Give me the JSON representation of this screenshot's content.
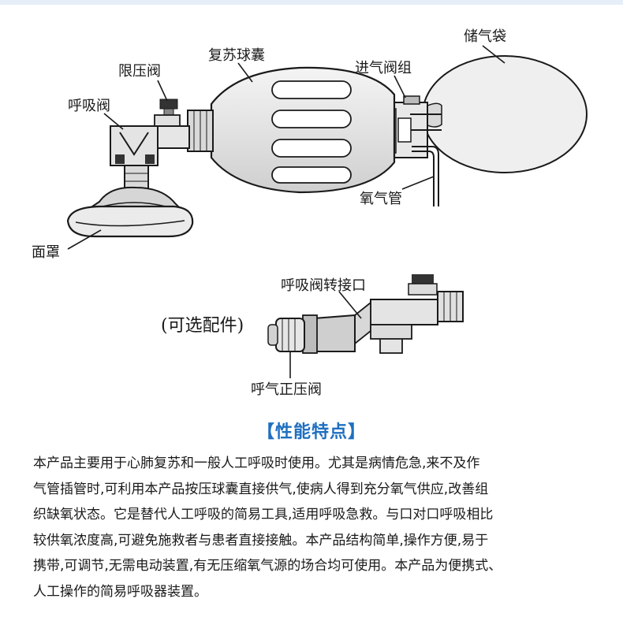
{
  "diagram": {
    "labels": {
      "limit_valve": "限压阀",
      "resuscitator_bag": "复苏球囊",
      "reservoir_bag": "储气袋",
      "inlet_valve_group": "进气阀组",
      "breathing_valve": "呼吸阀",
      "oxygen_tube": "氧气管",
      "mask": "面罩",
      "breathing_valve_adapter": "呼吸阀转接口",
      "optional_parts": "(可选配件)",
      "peep_valve": "呼气正压阀"
    }
  },
  "section": {
    "title": "【性能特点】"
  },
  "description": {
    "lines": [
      "本产品主要用于心肺复苏和一般人工呼吸时使用。尤其是病情危急,来不及作",
      "气管插管时,可利用本产品按压球囊直接供气,使病人得到充分氧气供应,改善组",
      "织缺氧状态。它是替代人工呼吸的简易工具,适用呼吸急救。与口对口呼吸相比",
      "较供氧浓度高,可避免施救者与患者直接接触。本产品结构简单,操作方便,易于",
      "携带,可调节,无需电动装置,有无压缩氧气源的场合均可使用。本产品为便携式、",
      "人工操作的简易呼吸器装置。"
    ]
  },
  "colors": {
    "title_blue": "#1f6fc0",
    "line_dark": "#1a1a1a",
    "bag_fill": "#ececec",
    "rib_fill": "#ffffff"
  }
}
